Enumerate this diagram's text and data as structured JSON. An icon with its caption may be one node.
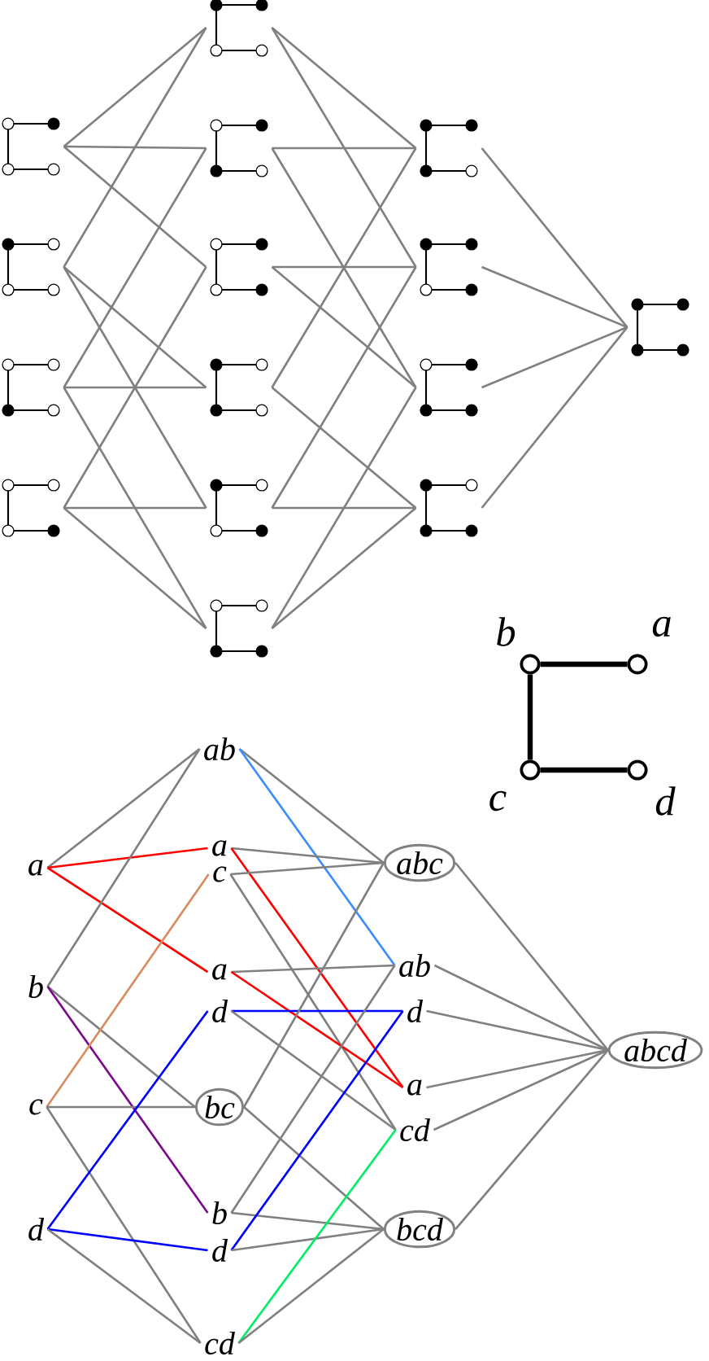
{
  "diagram": {
    "nodes": [
      {
        "text": [],
        "shape": "graph"
      },
      {
        "text": [],
        "shape": "graph"
      },
      {
        "text": [],
        "shape": "graph"
      },
      {
        "text": [],
        "shape": "graph"
      },
      {
        "text": [],
        "shape": "graph"
      },
      {
        "text": [],
        "shape": "graph"
      },
      {
        "text": [],
        "shape": "graph"
      },
      {
        "text": [],
        "shape": "graph"
      },
      {
        "text": [],
        "shape": "graph"
      },
      {
        "text": [],
        "shape": "graph"
      },
      {
        "text": [],
        "shape": "graph"
      },
      {
        "text": [],
        "shape": "graph"
      },
      {
        "text": [],
        "shape": "graph"
      },
      {
        "text": [],
        "shape": "graph"
      },
      {
        "text": [],
        "shape": "graph"
      },
      {
        "text": [],
        "shape": "circle",
        "beside": [
          "b"
        ]
      },
      {
        "text": [],
        "shape": "circle",
        "beside": [
          "a"
        ]
      },
      {
        "text": [],
        "shape": "circle",
        "beside": [
          "c"
        ]
      },
      {
        "text": [],
        "shape": "circle",
        "beside": [
          "d"
        ]
      },
      {
        "text": [
          "a"
        ]
      },
      {
        "text": [
          "b"
        ]
      },
      {
        "text": [
          "c"
        ]
      },
      {
        "text": [
          "d"
        ]
      },
      {
        "text": [
          "ab"
        ]
      },
      {
        "text": [
          "a"
        ]
      },
      {
        "text": [
          "c"
        ]
      },
      {
        "text": [
          "a"
        ]
      },
      {
        "text": [
          "d"
        ]
      },
      {
        "text": [
          "bc"
        ]
      },
      {
        "text": [
          "b"
        ]
      },
      {
        "text": [
          "d"
        ]
      },
      {
        "text": [
          "cd"
        ]
      },
      {
        "text": [
          "abc"
        ]
      },
      {
        "text": [
          "ab"
        ]
      },
      {
        "text": [
          "d"
        ]
      },
      {
        "text": [
          "a"
        ]
      },
      {
        "text": [
          "cd"
        ]
      },
      {
        "text": [
          "bcd"
        ]
      },
      {
        "text": [
          "abcd"
        ]
      }
    ],
    "edges": [
      {
        "from": 0,
        "to": 4,
        "arrow": "none"
      },
      {
        "from": 0,
        "to": 5,
        "arrow": "none"
      },
      {
        "from": 0,
        "to": 6,
        "arrow": "none"
      },
      {
        "from": 1,
        "to": 4,
        "arrow": "none"
      },
      {
        "from": 1,
        "to": 7,
        "arrow": "none"
      },
      {
        "from": 1,
        "to": 8,
        "arrow": "none"
      },
      {
        "from": 2,
        "to": 5,
        "arrow": "none"
      },
      {
        "from": 2,
        "to": 7,
        "arrow": "none"
      },
      {
        "from": 2,
        "to": 9,
        "arrow": "none"
      },
      {
        "from": 3,
        "to": 6,
        "arrow": "none"
      },
      {
        "from": 3,
        "to": 8,
        "arrow": "none"
      },
      {
        "from": 3,
        "to": 9,
        "arrow": "none"
      },
      {
        "from": 4,
        "to": 10,
        "arrow": "none"
      },
      {
        "from": 4,
        "to": 11,
        "arrow": "none"
      },
      {
        "from": 5,
        "to": 10,
        "arrow": "none"
      },
      {
        "from": 5,
        "to": 12,
        "arrow": "none"
      },
      {
        "from": 6,
        "to": 11,
        "arrow": "none"
      },
      {
        "from": 6,
        "to": 12,
        "arrow": "none"
      },
      {
        "from": 7,
        "to": 10,
        "arrow": "none"
      },
      {
        "from": 7,
        "to": 13,
        "arrow": "none"
      },
      {
        "from": 8,
        "to": 11,
        "arrow": "none"
      },
      {
        "from": 8,
        "to": 13,
        "arrow": "none"
      },
      {
        "from": 9,
        "to": 12,
        "arrow": "none"
      },
      {
        "from": 9,
        "to": 13,
        "arrow": "none"
      },
      {
        "from": 10,
        "to": 14,
        "arrow": "none"
      },
      {
        "from": 11,
        "to": 14,
        "arrow": "none"
      },
      {
        "from": 12,
        "to": 14,
        "arrow": "none"
      },
      {
        "from": 13,
        "to": 14,
        "arrow": "none"
      },
      {
        "from": 15,
        "to": 16,
        "arrow": "none",
        "style": "thick",
        "color": "#000000"
      },
      {
        "from": 15,
        "to": 17,
        "arrow": "none",
        "style": "thick",
        "color": "#000000"
      },
      {
        "from": 17,
        "to": 18,
        "arrow": "none",
        "style": "thick",
        "color": "#000000"
      },
      {
        "from": 19,
        "to": 23,
        "arrow": "none"
      },
      {
        "from": 19,
        "to": 24,
        "arrow": "none",
        "color": "#ff0000"
      },
      {
        "from": 19,
        "to": 26,
        "arrow": "none",
        "color": "#ff0000"
      },
      {
        "from": 20,
        "to": 23,
        "arrow": "none"
      },
      {
        "from": 20,
        "to": 28,
        "arrow": "none"
      },
      {
        "from": 20,
        "to": 29,
        "arrow": "none",
        "color": "#7a0a8a"
      },
      {
        "from": 21,
        "to": 25,
        "arrow": "none",
        "color": "#d98c5f"
      },
      {
        "from": 21,
        "to": 28,
        "arrow": "none"
      },
      {
        "from": 21,
        "to": 31,
        "arrow": "none"
      },
      {
        "from": 22,
        "to": 27,
        "arrow": "none",
        "color": "#0000ff"
      },
      {
        "from": 22,
        "to": 30,
        "arrow": "none",
        "color": "#0000ff"
      },
      {
        "from": 22,
        "to": 31,
        "arrow": "none"
      },
      {
        "from": 23,
        "to": 32,
        "arrow": "none"
      },
      {
        "from": 23,
        "to": 33,
        "arrow": "none",
        "color": "#3c8cff"
      },
      {
        "from": 24,
        "to": 32,
        "arrow": "none"
      },
      {
        "from": 24,
        "to": 35,
        "arrow": "none",
        "color": "#ff0000"
      },
      {
        "from": 25,
        "to": 32,
        "arrow": "none"
      },
      {
        "from": 25,
        "to": 36,
        "arrow": "none"
      },
      {
        "from": 26,
        "to": 33,
        "arrow": "none"
      },
      {
        "from": 26,
        "to": 35,
        "arrow": "none",
        "color": "#ff0000"
      },
      {
        "from": 27,
        "to": 34,
        "arrow": "none",
        "color": "#0000ff"
      },
      {
        "from": 27,
        "to": 36,
        "arrow": "none"
      },
      {
        "from": 28,
        "to": 32,
        "arrow": "none"
      },
      {
        "from": 28,
        "to": 37,
        "arrow": "none"
      },
      {
        "from": 29,
        "to": 33,
        "arrow": "none"
      },
      {
        "from": 29,
        "to": 37,
        "arrow": "none"
      },
      {
        "from": 30,
        "to": 34,
        "arrow": "none",
        "color": "#0000ff"
      },
      {
        "from": 30,
        "to": 37,
        "arrow": "none"
      },
      {
        "from": 31,
        "to": 36,
        "arrow": "none",
        "color": "#00ee66"
      },
      {
        "from": 31,
        "to": 37,
        "arrow": "none"
      },
      {
        "from": 32,
        "to": 38,
        "arrow": "none"
      },
      {
        "from": 33,
        "to": 38,
        "arrow": "none"
      },
      {
        "from": 34,
        "to": 38,
        "arrow": "none"
      },
      {
        "from": 35,
        "to": 38,
        "arrow": "none"
      },
      {
        "from": 36,
        "to": 38,
        "arrow": "none"
      },
      {
        "from": 37,
        "to": 38,
        "arrow": "none"
      }
    ]
  }
}
